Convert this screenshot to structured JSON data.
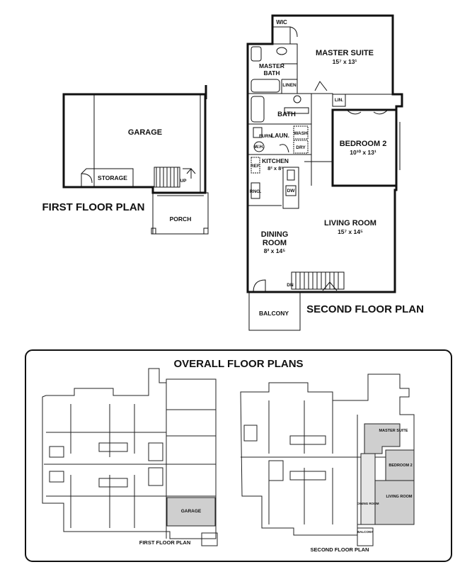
{
  "first_floor": {
    "title": "FIRST FLOOR PLAN",
    "rooms": {
      "garage": "GARAGE",
      "storage": "STORAGE",
      "porch": "PORCH",
      "up": "UP"
    }
  },
  "second_floor": {
    "title": "SECOND FLOOR PLAN",
    "rooms": {
      "wic": "WIC",
      "master_suite": "MASTER SUITE",
      "master_suite_dim": "15⁷ x 13¹",
      "master_bath_1": "MASTER",
      "master_bath_2": "BATH",
      "linen": "LINEN",
      "lin": "LIN.",
      "bath": "BATH",
      "furn": "FURN.",
      "laun": "LAUN.",
      "wash": "WASH",
      "dry": "DRY",
      "wh": "W.H.",
      "kitchen": "KITCHEN",
      "kitchen_dim": "8² x 8¹",
      "ref": "REF.",
      "rng": "RNG.",
      "dw": "DW",
      "bedroom2": "BEDROOM 2",
      "bedroom2_dim": "10¹⁰ x 13¹",
      "living": "LIVING ROOM",
      "living_dim": "15⁷ x 14⁵",
      "dining_1": "DINING",
      "dining_2": "ROOM",
      "dining_dim": "8² x 14⁵",
      "dn": "DN",
      "balcony": "BALCONY"
    }
  },
  "overall": {
    "title": "OVERALL FLOOR PLANS",
    "first_label": "FIRST FLOOR PLAN",
    "second_label": "SECOND FLOOR PLAN",
    "garage": "GARAGE",
    "master_suite": "MASTER SUITE",
    "bedroom2": "BEDROOM 2",
    "living": "LIVING ROOM",
    "dining": "DINING ROOM",
    "balcony": "BALCONY"
  }
}
